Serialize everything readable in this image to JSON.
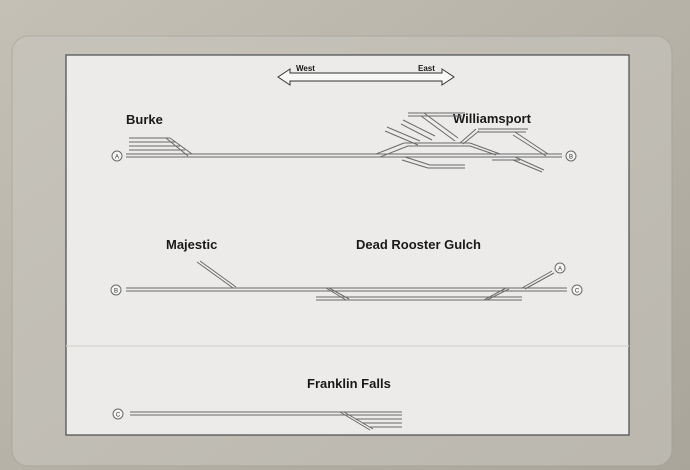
{
  "compass": {
    "west": "West",
    "east": "East"
  },
  "stations": {
    "burke": "Burke",
    "williamsport": "Williamsport",
    "majestic": "Majestic",
    "dead_rooster_gulch": "Dead Rooster Gulch",
    "franklin_falls": "Franklin Falls"
  },
  "connectors": {
    "a": "A",
    "b": "B",
    "c": "C"
  },
  "colors": {
    "background": "#b9b5ab",
    "card": "#ebebea",
    "track": "#6a6a6a",
    "text": "#1a1a1a"
  }
}
